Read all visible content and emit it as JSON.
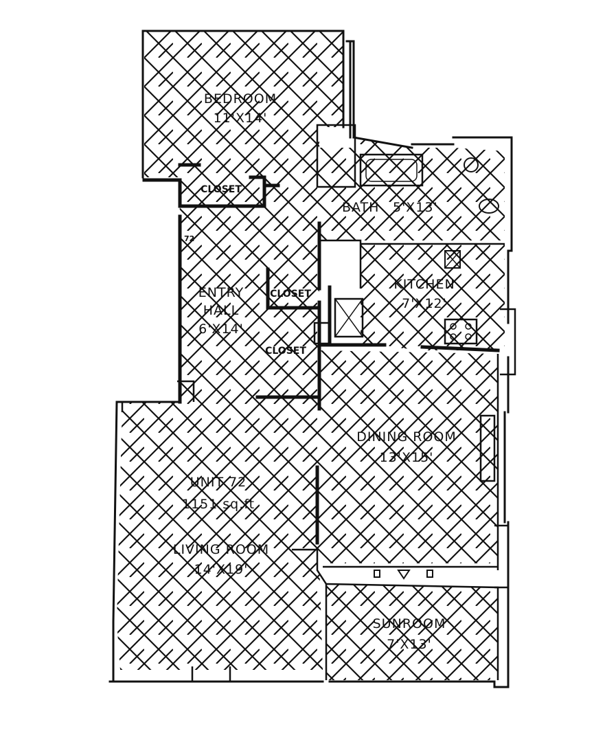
{
  "plan": {
    "unit": {
      "name": "UNIT 72",
      "area": "1151 sq.ft"
    },
    "unit_tag": "72",
    "rooms": [
      {
        "id": "bedroom",
        "name": "BEDROOM",
        "size": "11'X14'"
      },
      {
        "id": "bath",
        "name": "BATH",
        "size": "5'X13'"
      },
      {
        "id": "entry-hall",
        "name": "ENTRY",
        "name2": "HALL",
        "size": "6'X14'"
      },
      {
        "id": "kitchen",
        "name": "KITCHEN",
        "size": "7'X12'"
      },
      {
        "id": "dining-room",
        "name": "DINING ROOM",
        "size": "13'X15'"
      },
      {
        "id": "living-room",
        "name": "LIVING ROOM",
        "size": "14'X19'"
      },
      {
        "id": "sunroom",
        "name": "SUNROOM",
        "size": "7'X13'"
      }
    ],
    "closets": [
      "CLOSET",
      "CLOSET",
      "CLOSET"
    ],
    "line_color": "#111111",
    "background": "#ffffff"
  }
}
